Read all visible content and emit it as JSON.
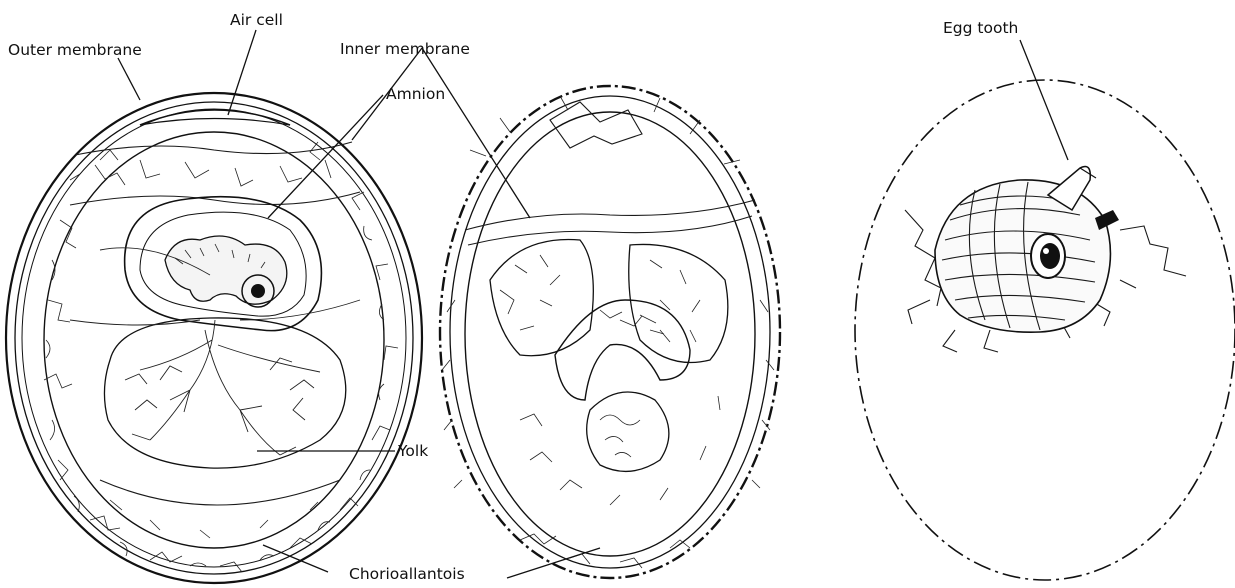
{
  "labels": {
    "outer_membrane": "Outer membrane",
    "air_cell": "Air cell",
    "inner_membrane": "Inner membrane",
    "amnion": "Amnion",
    "yolk": "Yolk",
    "chorioallantois": "Chorioallantois",
    "egg_tooth": "Egg tooth"
  },
  "colors": {
    "ink": "#111111",
    "paper": "#ffffff"
  }
}
